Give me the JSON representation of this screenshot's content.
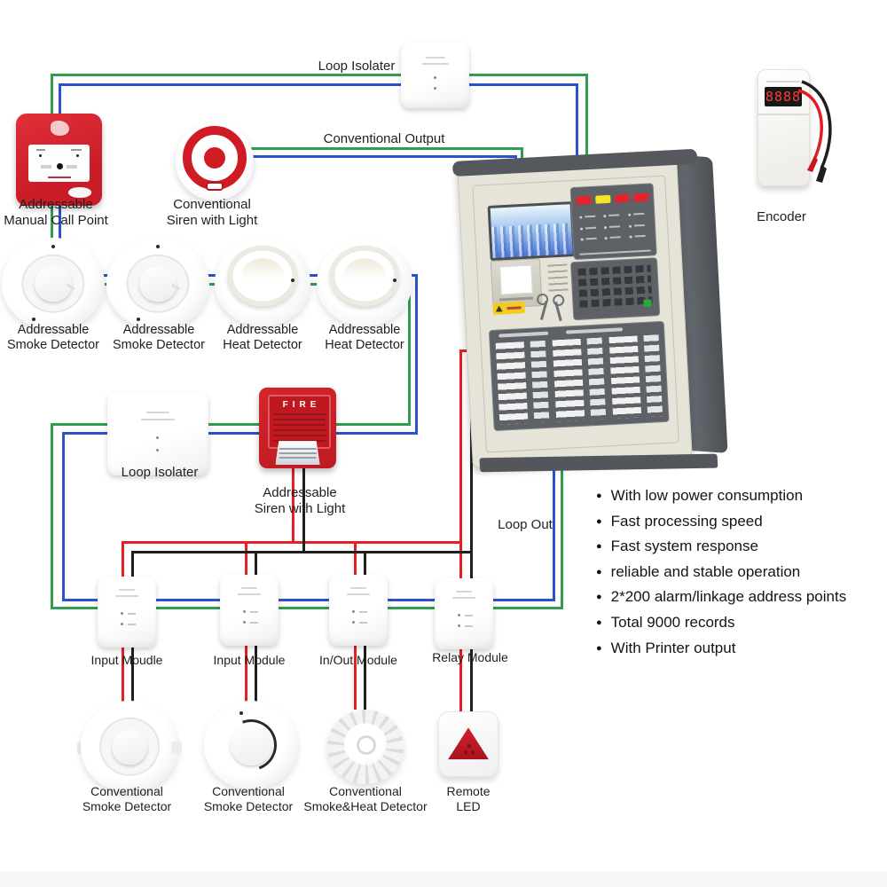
{
  "diagram_title": "Addressable fire alarm system wiring diagram",
  "colors": {
    "wire_green": "#2F9E4F",
    "wire_blue": "#2B52CC",
    "wire_red": "#E81E25",
    "wire_black": "#1F1F1F",
    "device_red": "#D2232A",
    "panel_body": "#E6E3D8",
    "panel_dark": "#55595E"
  },
  "wire_labels": {
    "loop_isolater_top": "Loop Isolater",
    "conventional_output": "Conventional Output",
    "loop_out": "Loop Out"
  },
  "devices": {
    "loop_isolator_top": {
      "label": "Loop Isolater"
    },
    "manual_call_point": {
      "label_line1": "Addressable",
      "label_line2": "Manual Call Point"
    },
    "conventional_siren": {
      "label_line1": "Conventional",
      "label_line2": "Siren with Light"
    },
    "detectors_row": [
      {
        "label_line1": "Addressable",
        "label_line2": "Smoke Detector"
      },
      {
        "label_line1": "Addressable",
        "label_line2": "Smoke Detector"
      },
      {
        "label_line1": "Addressable",
        "label_line2": "Heat Detector"
      },
      {
        "label_line1": "Addressable",
        "label_line2": "Heat Detector"
      }
    ],
    "loop_isolator_mid": {
      "label": "Loop Isolater"
    },
    "addressable_siren": {
      "badge": "FIRE",
      "label_line1": "Addressable",
      "label_line2": "Siren with Light"
    },
    "encoder": {
      "label": "Encoder",
      "display": "8888"
    },
    "modules": [
      {
        "label": "Input Moudle"
      },
      {
        "label": "Input Module"
      },
      {
        "label": "In/Out Module"
      },
      {
        "label": "Relay Module"
      }
    ],
    "bottom_row": [
      {
        "label_line1": "Conventional",
        "label_line2": "Smoke Detector"
      },
      {
        "label_line1": "Conventional",
        "label_line2": "Smoke Detector"
      },
      {
        "label_line1": "Conventional",
        "label_line2": "Smoke&Heat Detector"
      },
      {
        "label_line1": "Remote",
        "label_line2": "LED"
      }
    ]
  },
  "features": {
    "items": [
      "With low power consumption",
      "Fast processing speed",
      "Fast system response",
      "reliable and stable operation",
      "2*200 alarm/linkage address points",
      "Total 9000 records",
      "With Printer output"
    ]
  }
}
